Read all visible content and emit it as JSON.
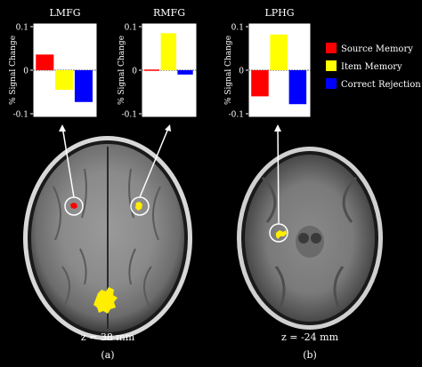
{
  "colors": {
    "source_memory": "#ff0000",
    "item_memory": "#ffff00",
    "correct_rejection": "#0000ff",
    "background": "#000000",
    "plot_bg": "#ffffff",
    "activation": "#ffee00",
    "arrow": "#ffffff"
  },
  "chart_data": [
    {
      "type": "bar",
      "title": "LMFG",
      "ylabel": "% Signal Change",
      "ylim": [
        -0.1,
        0.1
      ],
      "yticks": [
        "0.1",
        "0",
        "-0.1"
      ],
      "series": [
        {
          "name": "Source Memory",
          "values": [
            0.036
          ]
        },
        {
          "name": "Item Memory",
          "values": [
            -0.045
          ]
        },
        {
          "name": "Correct Rejection",
          "values": [
            -0.073
          ]
        }
      ]
    },
    {
      "type": "bar",
      "title": "RMFG",
      "ylabel": "% Signal Change",
      "ylim": [
        -0.1,
        0.1
      ],
      "yticks": [
        "0.1",
        "0",
        "-0.1"
      ],
      "series": [
        {
          "name": "Source Memory",
          "values": [
            0.0
          ]
        },
        {
          "name": "Item Memory",
          "values": [
            0.085
          ]
        },
        {
          "name": "Correct Rejection",
          "values": [
            -0.01
          ]
        }
      ]
    },
    {
      "type": "bar",
      "title": "LPHG",
      "ylabel": "% Signal Change",
      "ylim": [
        -0.1,
        0.1
      ],
      "yticks": [
        "0.1",
        "0",
        "-0.1"
      ],
      "series": [
        {
          "name": "Source Memory",
          "values": [
            -0.06
          ]
        },
        {
          "name": "Item Memory",
          "values": [
            0.082
          ]
        },
        {
          "name": "Correct Rejection",
          "values": [
            -0.078
          ]
        }
      ]
    }
  ],
  "legend": [
    "Source Memory",
    "Item Memory",
    "Correct Rejection"
  ],
  "panels": [
    {
      "slice_label": "z = 38 mm",
      "panel_label": "(a)"
    },
    {
      "slice_label": "z = -24 mm",
      "panel_label": "(b)"
    }
  ]
}
